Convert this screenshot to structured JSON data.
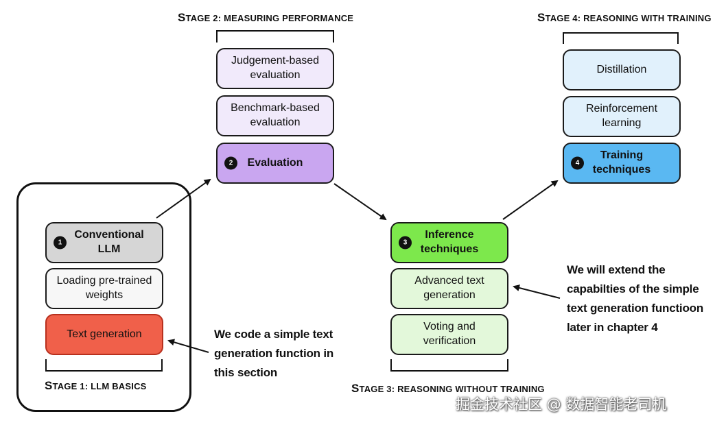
{
  "stages": {
    "stage1": {
      "prefix": "S",
      "rest": "TAGE 1: LLM B",
      "tail": "ASICS"
    },
    "stage2": {
      "prefix": "S",
      "rest": "TAGE 2: M",
      "tail": "EASURING P",
      "tail2": "ERFORMANCE"
    },
    "stage3": {
      "prefix": "S",
      "rest": "TAGE 3: R",
      "tail": "EASONING WITHOUT T",
      "tail2": "RAINING"
    },
    "stage4": {
      "prefix": "S",
      "rest": "TAGE 4: R",
      "tail": "EASONING WITH T",
      "tail2": "RAINING"
    }
  },
  "boxes": {
    "conventional_llm": {
      "number": "1",
      "label": "Conventional\nLLM"
    },
    "loading_weights": {
      "label": "Loading pre-trained\nweights"
    },
    "text_generation": {
      "label": "Text generation"
    },
    "judgement_eval": {
      "label": "Judgement-based\nevaluation"
    },
    "benchmark_eval": {
      "label": "Benchmark-based\nevaluation"
    },
    "evaluation": {
      "number": "2",
      "label": "Evaluation"
    },
    "inference": {
      "number": "3",
      "label": "Inference\ntechniques"
    },
    "advanced_text": {
      "label": "Advanced text\ngeneration"
    },
    "voting": {
      "label": "Voting and\nverification"
    },
    "distillation": {
      "label": "Distillation"
    },
    "reinforcement": {
      "label": "Reinforcement\nlearning"
    },
    "training": {
      "number": "4",
      "label": "Training\ntechniques"
    }
  },
  "annotations": {
    "left": "We code a simple text\ngeneration function in\nthis section",
    "right": "We will extend the\ncapabilties of the simple\ntext generation functioon\nlater in chapter 4"
  },
  "watermark": "掘金技术社区 @ 数据智能老司机",
  "colors": {
    "gray": "#d6d6d6",
    "red": "#f0604a",
    "purple_light": "#f1eafb",
    "purple": "#c9a6f0",
    "green_light": "#e3f8da",
    "green": "#7de84c",
    "blue_light": "#e1f1fc",
    "blue": "#5ab8f2"
  }
}
